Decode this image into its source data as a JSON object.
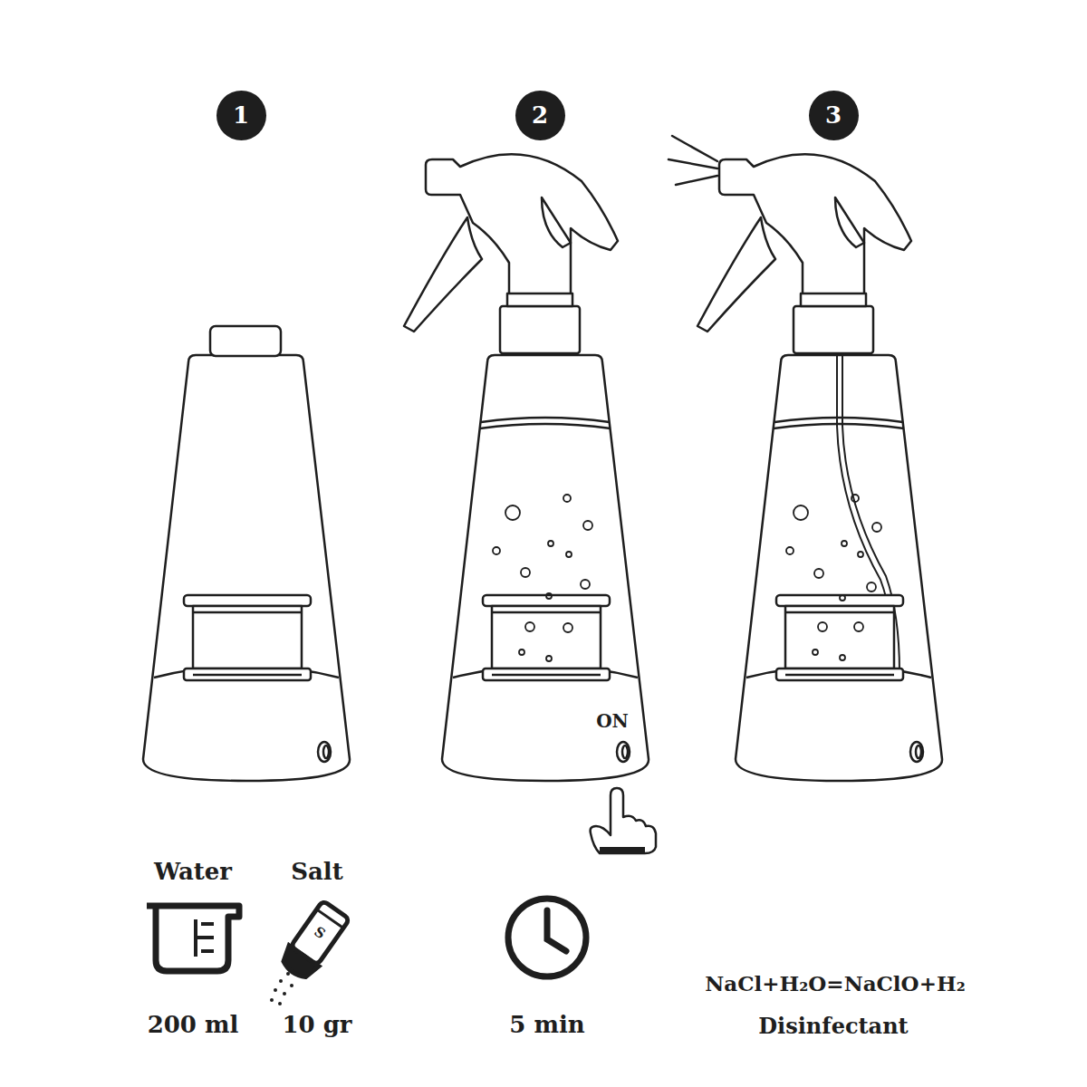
{
  "diagram": {
    "nodes": [
      {
        "text": [
          "1"
        ]
      },
      {
        "text": [
          "2"
        ]
      },
      {
        "text": [
          "3"
        ]
      }
    ],
    "labels": [
      "ON",
      "Water",
      "Salt",
      "S",
      "200 ml",
      "10 gr",
      "5 min",
      "NaCl+H₂O=NaClO+H₂",
      "Disinfectant"
    ]
  }
}
